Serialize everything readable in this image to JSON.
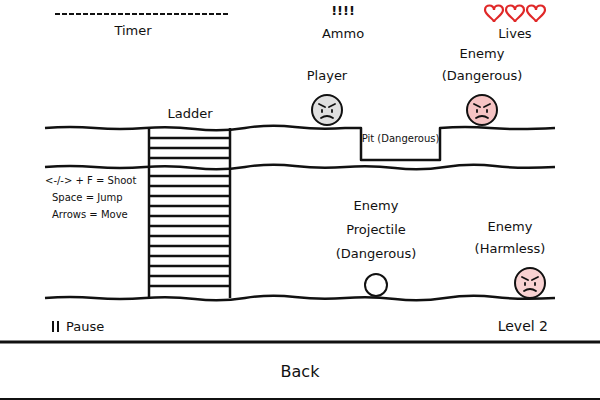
{
  "diagram": {
    "nodes": [
      {
        "text": [
          "Ladder"
        ]
      },
      {
        "text": [
          "Player"
        ]
      },
      {
        "text": [
          "Enemy (Dangerous)"
        ]
      },
      {
        "text": [
          "Pit (Dangerous)"
        ]
      },
      {
        "text": [
          "Enemy Projectile (Dangerous)"
        ]
      },
      {
        "text": [
          "Enemy (Harmless)"
        ]
      },
      {
        "text": [
          "Back"
        ]
      }
    ],
    "labels": [
      "!!!!",
      "Timer",
      "Ammo",
      "Lives",
      "<-/-> + F = Shoot",
      "Space = Jump",
      "Arrows = Move",
      "Pause",
      "Level 2"
    ]
  }
}
